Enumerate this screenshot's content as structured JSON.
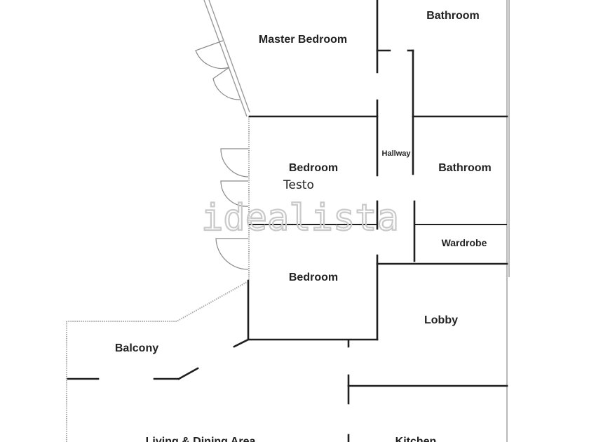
{
  "plan": {
    "watermark": "idealista",
    "note": "Testo",
    "rooms": {
      "master_bedroom": "Master Bedroom",
      "bathroom_top": "Bathroom",
      "hallway": "Hallway",
      "bedroom_middle": "Bedroom",
      "bathroom_middle": "Bathroom",
      "wardrobe": "Wardrobe",
      "bedroom_lower": "Bedroom",
      "lobby": "Lobby",
      "balcony": "Balcony",
      "living_dining": "Living & Dining Area",
      "kitchen": "Kitchen"
    }
  }
}
